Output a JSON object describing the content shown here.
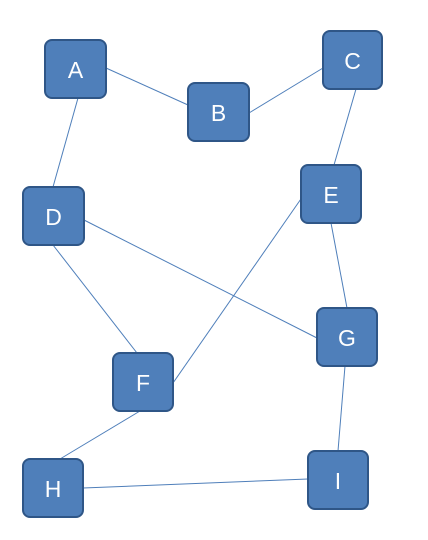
{
  "diagram": {
    "type": "graph",
    "colors": {
      "node_fill": "#4f7fba",
      "node_border": "#2f5687",
      "edge": "#4f7fba",
      "label": "#ffffff"
    },
    "nodes": [
      {
        "id": "A",
        "label": "A"
      },
      {
        "id": "B",
        "label": "B"
      },
      {
        "id": "C",
        "label": "C"
      },
      {
        "id": "D",
        "label": "D"
      },
      {
        "id": "E",
        "label": "E"
      },
      {
        "id": "F",
        "label": "F"
      },
      {
        "id": "G",
        "label": "G"
      },
      {
        "id": "H",
        "label": "H"
      },
      {
        "id": "I",
        "label": "I"
      }
    ],
    "edges": [
      {
        "from": "A",
        "to": "B"
      },
      {
        "from": "B",
        "to": "C"
      },
      {
        "from": "A",
        "to": "D"
      },
      {
        "from": "C",
        "to": "E"
      },
      {
        "from": "D",
        "to": "G"
      },
      {
        "from": "D",
        "to": "F"
      },
      {
        "from": "E",
        "to": "F"
      },
      {
        "from": "E",
        "to": "G"
      },
      {
        "from": "F",
        "to": "H"
      },
      {
        "from": "G",
        "to": "I"
      },
      {
        "from": "H",
        "to": "I"
      }
    ]
  }
}
